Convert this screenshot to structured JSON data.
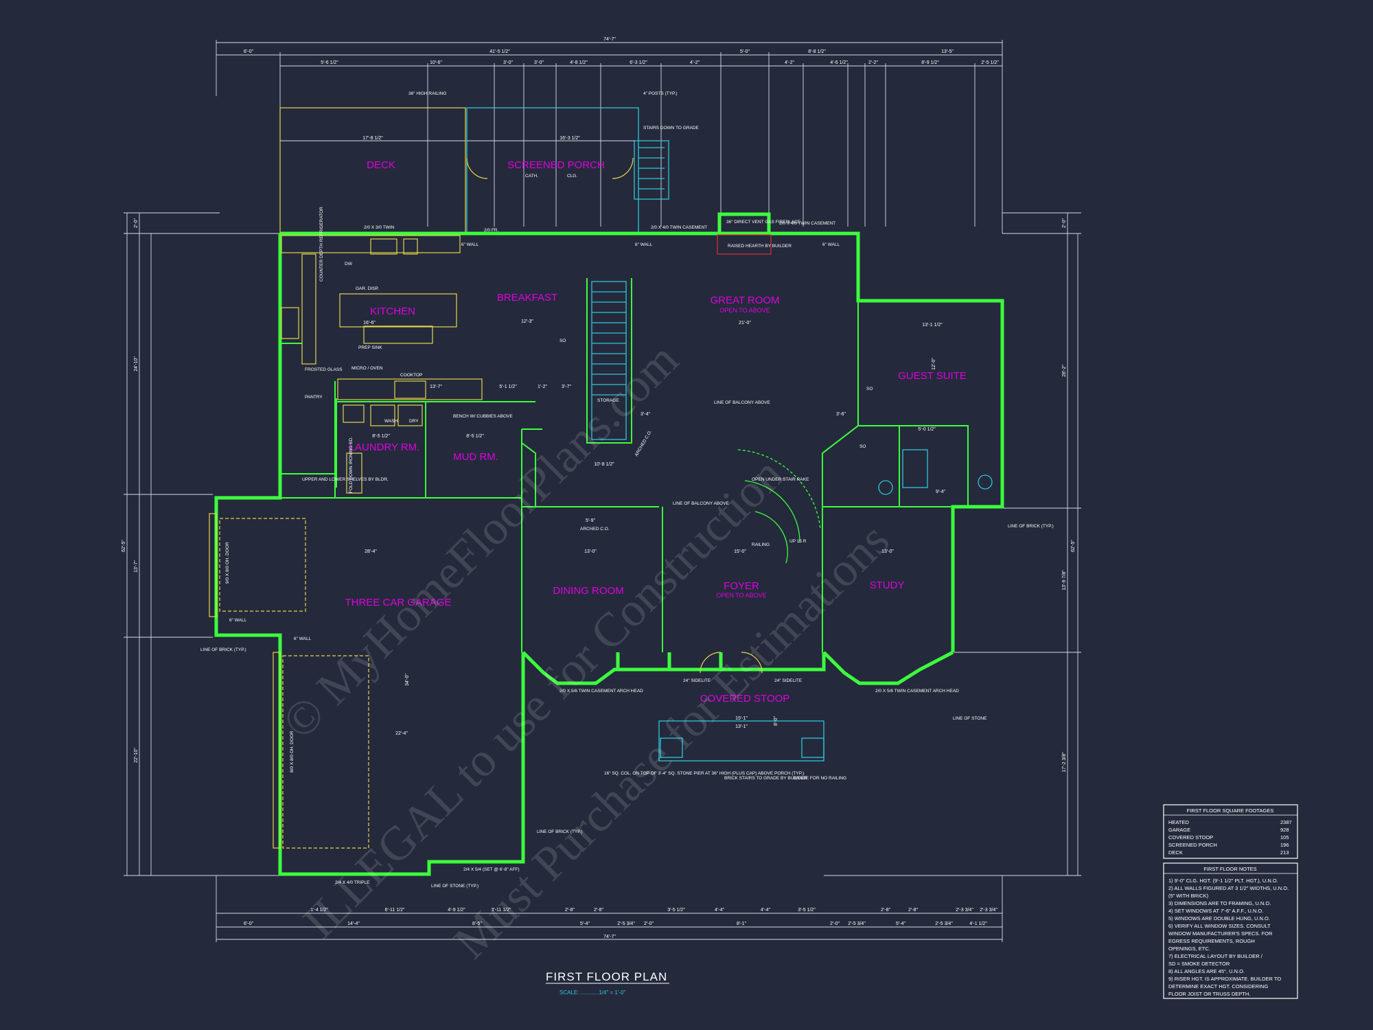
{
  "rooms": {
    "deck": "DECK",
    "screened_porch": "SCREENED PORCH",
    "breakfast": "BREAKFAST",
    "kitchen": "KITCHEN",
    "great_room": "GREAT ROOM",
    "great_room_sub": "OPEN TO ABOVE",
    "guest_suite": "GUEST SUITE",
    "laundry": "LAUNDRY RM.",
    "mud": "MUD RM.",
    "garage": "THREE CAR GARAGE",
    "dining": "DINING ROOM",
    "foyer": "FOYER",
    "foyer_sub": "OPEN TO ABOVE",
    "study": "STUDY",
    "stoop": "COVERED STOOP"
  },
  "notes": {
    "railing": "36\" HIGH RAILING",
    "posts": "4\" POSTS (TYP.)",
    "stairs_down": "STAIRS DOWN TO GRADE",
    "fireplace": "36\" DIRECT VENT GAS FIREPLACE",
    "hearth": "RAISED HEARTH BY BUILDER",
    "cath": "CATH.",
    "clg": "CLG.",
    "gar_disp": "GAR. DISP.",
    "fridge": "COUNTER DEPTH REFRIGERATOR",
    "prep_sink": "PREP SINK",
    "cooktop": "COOKTOP",
    "micro": "MICRO / OVEN",
    "frosted": "FROSTED GLASS",
    "pantry": "PANTRY",
    "storage": "STORAGE",
    "bench": "BENCH W/ CUBBIES ABOVE",
    "wash": "WASH",
    "dry": "DRY",
    "shelves": "UPPER AND LOWER SHELVES BY BLDR.",
    "ironing": "FOLD DOWN IRONING BD.",
    "balcony1": "LINE OF BALCONY ABOVE",
    "balcony2": "LINE OF BALCONY ABOVE",
    "stair_rake": "OPEN UNDER STAIR RAKE",
    "railing2": "RAILING",
    "stair_up": "UP 15 R",
    "arched1": "ARCHED C.O.",
    "arched2": "ARCHED C.O.",
    "line_brick1": "LINE OF BRICK (TYP.)",
    "line_brick2": "LINE OF BRICK (TYP.)",
    "line_brick3": "LINE OF BRICK (TYP.)",
    "line_stone1": "LINE OF STONE",
    "line_stone2": "LINE OF STONE (TYP.)",
    "wall6_1": "6\" WALL",
    "wall6_2": "6\" WALL",
    "wall6_3": "6\" WALL",
    "wall6_4": "6\" WALL",
    "wall6_5": "6\" WALL",
    "casement_l": "2/0 X 5/6 TWIN CASEMENT ARCH HEAD",
    "casement_r": "2/0 X 5/6 TWIN CASEMENT ARCH HEAD",
    "sidelite_l": "24\" SIDELITE",
    "sidelite_r": "24\" SIDELITE",
    "col": "16\" SQ. COL. ON TOP OF 3'-4\" SQ. STONE PIER AT 36\" HIGH (PLUS CAP) ABOVE PORCH (TYP.)",
    "brick_stairs": "BRICK STAIRS TO GRADE BY BUILDER",
    "grade": "GRADE FOR NO RAILING",
    "garage_door1": "9/0 X 8/0 OH. DOOR",
    "garage_door2": "8/0 X 8/0 OH. DOOR",
    "triple": "2/4 X 4/0 TRIPLE",
    "window_top1": "2/0 X 3/0 TWIN",
    "window_top2": "2/0 X 4/0 TWIN CASEMENT",
    "window_top3": "2/0 X 4/0 TWIN CASEMENT",
    "win_fr": "2/0 FR.",
    "win_mud": "2/4 X 5/4 (SET @ 6'-8\" AFF)",
    "dw": "DW",
    "so1": "SO",
    "so2": "SO",
    "so3": "SO"
  },
  "dims_top_outer": "74'-7\"",
  "dims_top": [
    "6'-0\"",
    "41'-5 1/2\"",
    "5'-0\"",
    "8'-8 1/2\"",
    "13'-5\""
  ],
  "dims_top2": [
    "5'-6 1/2\"",
    "10'-6\"",
    "3'-0\"",
    "3'-0\"",
    "4'-8 1/2\"",
    "6'-3 1/2\"",
    "4'-2\"",
    "4'-2\"",
    "4'-6 1/2\"",
    "2'-2\"",
    "8'-9 1/2\"",
    "2'-5 1/2\""
  ],
  "dims_bottom_outer": "74'-7\"",
  "dims_bottom": [
    "6'-0\"",
    "14'-4\"",
    "8'-5\"",
    "5'-4\"",
    "2'-5 3/4\"",
    "2'-0\"",
    "8'-1\"",
    "2'-0\"",
    "2'-5 3/4\"",
    "5'-4\"",
    "2'-5 3/4\"",
    "4'-1 1/2\""
  ],
  "dims_bottom2": [
    "1'-4 1/2\"",
    "6'-11 1/2\"",
    "4'-9 1/2\"",
    "3'-11 1/2\"",
    "2'-8\"",
    "2'-8\"",
    "3'-5 1/2\"",
    "4'-4\"",
    "4'-4\"",
    "3'-5 1/2\"",
    "2'-8\"",
    "2'-8\"",
    "2'-3 3/4\"",
    "2'-3 3/4\""
  ],
  "dims_left": [
    "62'-5\"",
    "24'-10\"",
    "13'-7\"",
    "22'-10\"",
    "2'-0\""
  ],
  "dims_right": [
    "62'-5\"",
    "28'-2\"",
    "13'-9 7/8\"",
    "17'-2 3/8\"",
    "2'-0\""
  ],
  "dims_inner": [
    "17'-8 1/2\"",
    "16'-3 1/2\"",
    "12'-3\"",
    "21'-0\"",
    "16'-6\"",
    "13'-1 1/2\"",
    "28'-4\"",
    "13'-0\"",
    "15'-0\"",
    "13'-0\"",
    "22'-4\"",
    "34'-0\"",
    "15'-1\"",
    "13'-1\"",
    "8'-5 1/2\"",
    "8'-5 1/2\"",
    "10'-8 1/2\"",
    "5'-9\"",
    "8'-0\"",
    "5'-0 1/2\"",
    "1'-2\"",
    "3'-7\"",
    "5'-1 1/2\"",
    "13'-7\"",
    "3'-4\"",
    "3'-6\"",
    "12'-0\"",
    "9'-4\""
  ],
  "footage": {
    "title": "FIRST FLOOR SQUARE FOOTAGES",
    "rows": [
      {
        "label": "HEATED",
        "value": "2387"
      },
      {
        "label": "GARAGE",
        "value": "928"
      },
      {
        "label": "COVERED STOOP",
        "value": "105"
      },
      {
        "label": "SCREENED PORCH",
        "value": "196"
      },
      {
        "label": "DECK",
        "value": "213"
      }
    ]
  },
  "notes_panel": {
    "title": "FIRST FLOOR NOTES",
    "lines": [
      "1) 9'-0\" CLG. HGT. (9'-1 1/2\" PLT. HGT.), U.N.O.",
      "2) ALL WALLS FIGURED AT 3 1/2\" WIDTHS, U.N.O.",
      "   (5\" WITH BRICK)",
      "3) DIMENSIONS ARE TO FRAMING, U.N.O.",
      "4) SET WINDOWS AT 7'-6\" A.F.F., U.N.O.",
      "5) WINDOWS ARE DOUBLE HUNG, U.N.O.",
      "6) VERIFY ALL WINDOW SIZES. CONSULT",
      "   WINDOW MANUFACTURER'S SPECS. FOR",
      "   EGRESS REQUIREMENTS, ROUGH",
      "   OPENINGS, ETC.",
      "7) ELECTRICAL LAYOUT BY BUILDER /",
      "   SD = SMOKE DETECTOR",
      "8) ALL ANGLES ARE 45°, U.N.O.",
      "9) RISER HGT. IS APPROXIMATE. BUILDER TO",
      "   DETERMINE EXACT HGT. CONSIDERING",
      "   FLOOR JOIST OR TRUSS DEPTH."
    ]
  },
  "plan_title": "FIRST FLOOR PLAN",
  "plan_scale": "SCALE: ............1/4\" = 1'-0\"",
  "watermark": [
    "© MyHomeFloorPlans.com",
    "ILLEGAL to use for Construction",
    "Must Purchase for Estimations"
  ],
  "colors": {
    "background": "#242a3c",
    "walls": "#3dff3d",
    "room_labels": "#e000e0",
    "fixtures": "#e8d44a",
    "porch": "#2ec6d8"
  }
}
